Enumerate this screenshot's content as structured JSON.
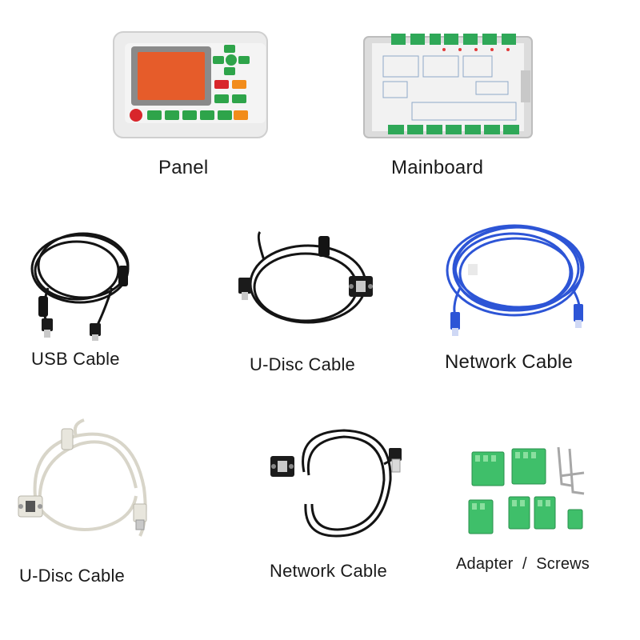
{
  "items": [
    {
      "label": "Panel",
      "icon": "controller-panel-icon"
    },
    {
      "label": "Mainboard",
      "icon": "mainboard-icon"
    },
    {
      "label": "USB Cable",
      "icon": "usb-cable-icon"
    },
    {
      "label": "U-Disc Cable",
      "icon": "udisc-cable-black-icon"
    },
    {
      "label": "Network Cable",
      "icon": "network-cable-blue-icon"
    },
    {
      "label": "U-Disc Cable",
      "icon": "udisc-cable-white-icon"
    },
    {
      "label": "Network Cable",
      "icon": "network-cable-black-icon"
    },
    {
      "label": "Adapter  /  Screws",
      "icon": "terminal-blocks-icon"
    }
  ],
  "colors": {
    "panel_body": "#ececec",
    "screen": "#e65c2a",
    "button_green": "#2ea44a",
    "button_red": "#d8262b",
    "button_orange": "#f28c1b",
    "cable_black": "#141414",
    "cable_white": "#e8e6dd",
    "cable_blue": "#2d55d6",
    "terminal_green": "#3fbf6a"
  }
}
